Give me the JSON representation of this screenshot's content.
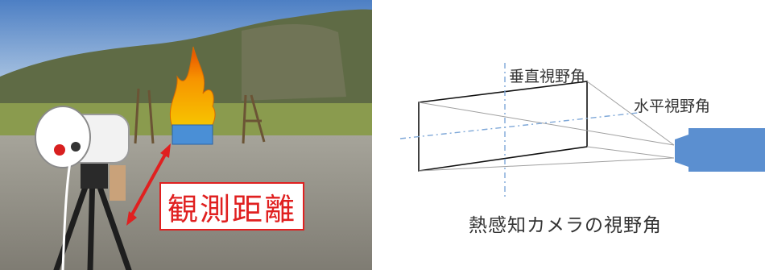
{
  "photo": {
    "distance_label": "観測距離"
  },
  "diagram": {
    "vertical_fov_label": "垂直視野角",
    "horizontal_fov_label": "水平視野角",
    "caption": "熱感知カメラの視野角"
  },
  "colors": {
    "label_red": "#e02020",
    "camera_blue": "#5b8fd0",
    "axis_blue": "#7fa8d8"
  }
}
